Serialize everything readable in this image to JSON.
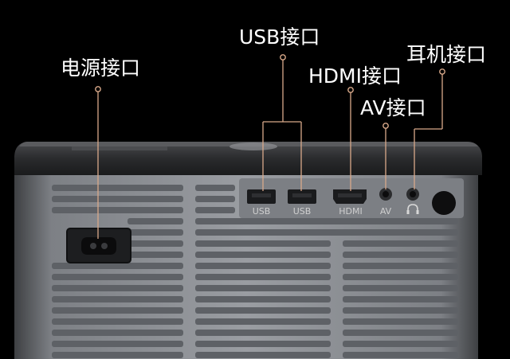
{
  "callouts": {
    "power": "电源接口",
    "usb": "USB接口",
    "hdmi": "HDMI接口",
    "av": "AV接口",
    "headphone": "耳机接口"
  },
  "port_labels": {
    "usb1": "USB",
    "usb2": "USB",
    "hdmi": "HDMI",
    "av": "AV"
  },
  "colors": {
    "background": "#000000",
    "leader_line": "#d9a98a",
    "body": "#8a8d92",
    "top_cover": "#2a2b2d"
  },
  "icons": {
    "headphone": "headphone-icon"
  }
}
